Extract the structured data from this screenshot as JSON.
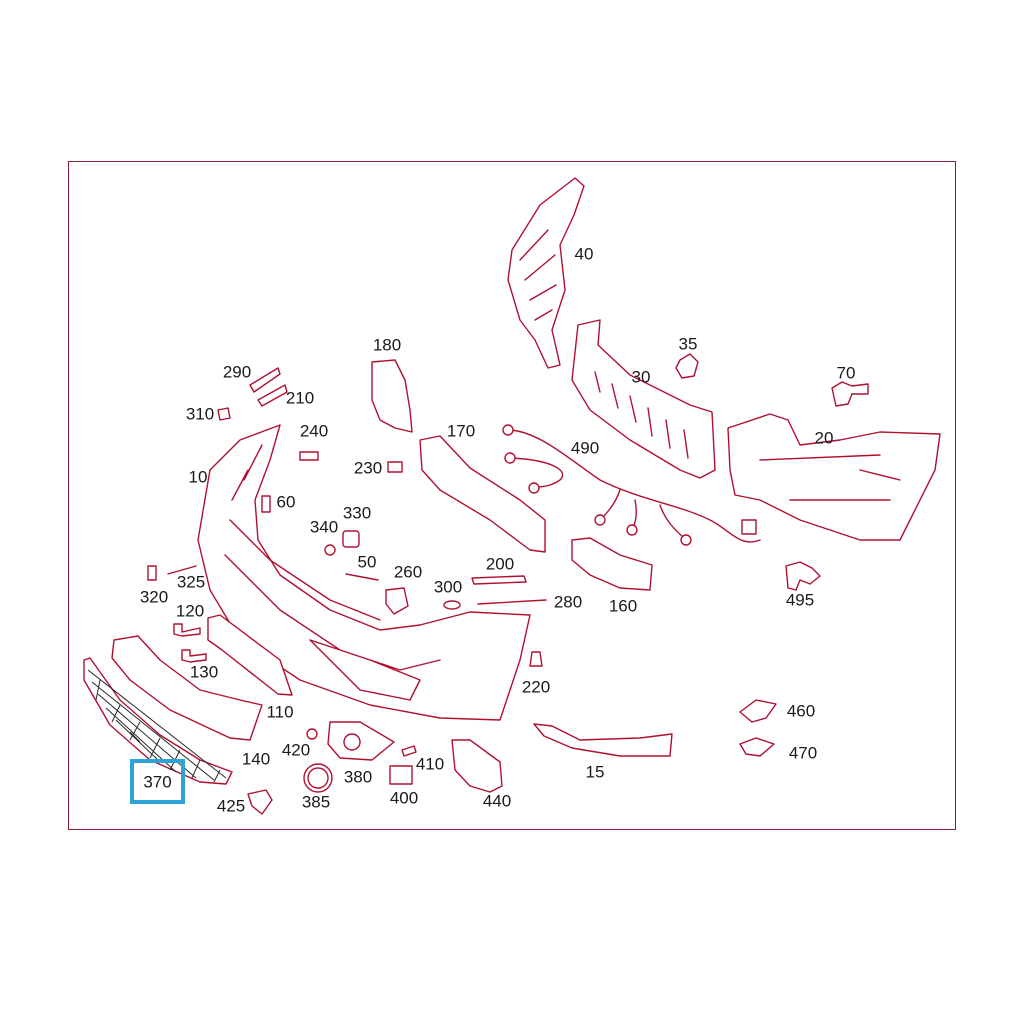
{
  "highlight_label": "370",
  "callouts": {
    "c10": "10",
    "c15": "15",
    "c20": "20",
    "c30": "30",
    "c35": "35",
    "c40": "40",
    "c50": "50",
    "c60": "60",
    "c70": "70",
    "c110": "110",
    "c120": "120",
    "c130": "130",
    "c140": "140",
    "c160": "160",
    "c170": "170",
    "c180": "180",
    "c200": "200",
    "c210": "210",
    "c220": "220",
    "c230": "230",
    "c240": "240",
    "c260": "260",
    "c280": "280",
    "c290": "290",
    "c300": "300",
    "c310": "310",
    "c320": "320",
    "c325": "325",
    "c330": "330",
    "c340": "340",
    "c370": "370",
    "c380": "380",
    "c385": "385",
    "c400": "400",
    "c410": "410",
    "c420": "420",
    "c425": "425",
    "c440": "440",
    "c460": "460",
    "c470": "470",
    "c490": "490",
    "c495": "495"
  },
  "colors": {
    "line": "#b01030",
    "frame": "#8a1f33",
    "highlight": "#2ea3d8",
    "text": "#1a1a1a"
  }
}
